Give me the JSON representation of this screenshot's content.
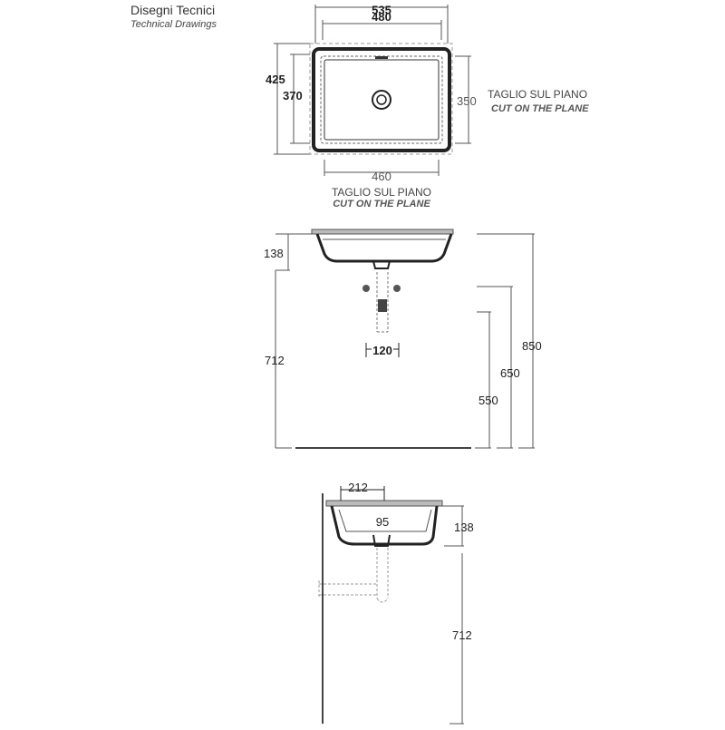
{
  "header": {
    "title": "Disegni Tecnici",
    "subtitle": "Technical Drawings"
  },
  "top_view": {
    "overall_width": "535",
    "inner_width": "480",
    "overall_depth": "425",
    "inner_depth": "370",
    "cut_depth": "350",
    "cut_width": "460",
    "cut_label_it": "TAGLIO SUL PIANO",
    "cut_label_en": "CUT ON THE PLANE",
    "cut_label_it_bottom": "TAGLIO SUL PIANO",
    "cut_label_en_bottom": "CUT ON THE PLANE"
  },
  "front_view": {
    "basin_height": "138",
    "drain_to_floor": "712",
    "drain_width": "120",
    "total_height": "850",
    "height_650": "650",
    "height_550": "550"
  },
  "side_view": {
    "drain_offset": "212",
    "bowl_depth": "95",
    "basin_height": "138",
    "floor_height": "712"
  },
  "colors": {
    "line": "#222222",
    "dim_line": "#555555",
    "rim": "#888888"
  }
}
